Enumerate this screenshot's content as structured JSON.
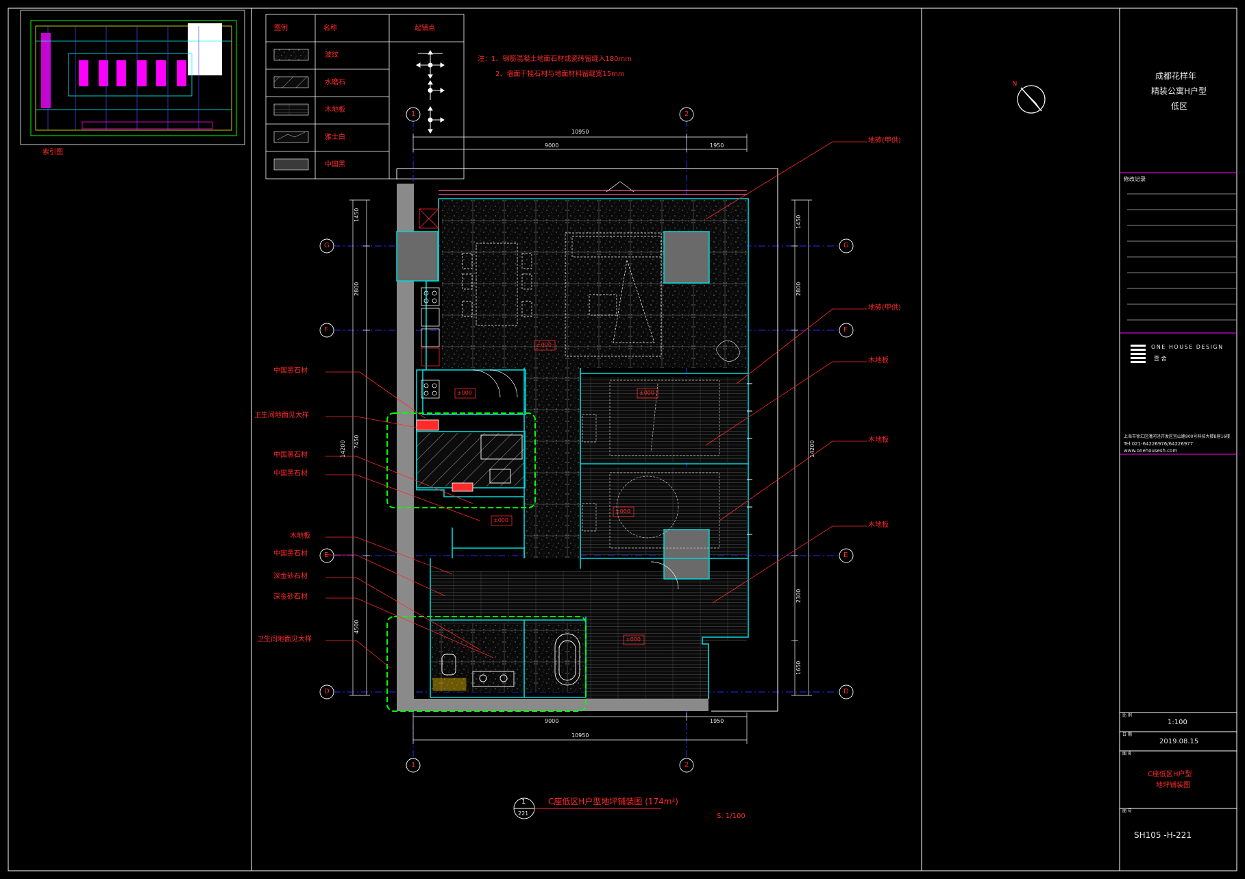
{
  "legend": {
    "headers": [
      "图例",
      "名称",
      "起铺点"
    ],
    "rows": [
      "波纹",
      "水磨石",
      "木地板",
      "雅士白",
      "中国黑"
    ]
  },
  "notes": {
    "line1": "注：1、钢筋混凝土地面石材或瓷砖留缝入180mm",
    "line2": "2、墙面干挂石材与地面材料留缝宽15mm"
  },
  "key_plan_label": "索引图",
  "dimensions": {
    "total_width": "10950",
    "left_span": "9000",
    "right_span": "1950",
    "left_1": "1450",
    "left_2": "2800",
    "left_3": "7450",
    "left_total": "14200",
    "left_4": "4500",
    "right_1": "1450",
    "right_2": "2800",
    "right_total": "14200",
    "right_3": "2300",
    "right_4": "1650"
  },
  "axes": {
    "col_1": "1",
    "col_2": "2",
    "row_g": "G",
    "row_f": "F",
    "row_e": "E",
    "row_d": "D"
  },
  "callouts_left": [
    "中国黑石材",
    "卫生间地面见大样",
    "中国黑石材",
    "中国黑石材",
    "木地板",
    "中国黑石材",
    "深金砂石材",
    "深金砂石材",
    "卫生间地面见大样"
  ],
  "callouts_right": [
    "地砖(甲供)",
    "地砖(甲供)",
    "木地板",
    "木地板",
    "木地板"
  ],
  "level_marks": [
    "±000",
    "±000",
    "±000",
    "±000",
    "±000",
    "±000"
  ],
  "drawing_title": "C座低区H户型地坪铺装图 (174m²)",
  "drawing_number_top": "1",
  "drawing_number_bottom": "221",
  "drawing_scale": "S: 1/100",
  "north": "N",
  "title_block": {
    "project_line1": "成都花样年",
    "project_line2": "精装公寓H户型",
    "project_line3": "低区",
    "revision_label": "修改记录",
    "company_name": "ONE HOUSE DESIGN",
    "company_cn": "壹 舍",
    "address": "上海市徐汇区漕河泾开发区宜山路900号科技大楼B座16楼",
    "tel": "Tel:021-64226976/64226977",
    "web": "www.onehousesh.com",
    "scale_label": "比 例",
    "scale_value": "1:100",
    "date_label": "日 期",
    "date_value": "2019.08.15",
    "name_label": "图 名",
    "name_line1": "C座低区H户型",
    "name_line2": "地坪铺装图",
    "number_label": "图 号",
    "number_value": "SH105 -H-221"
  },
  "colors": {
    "frame": "#ffffff",
    "accent_magenta": "#ff00ff",
    "annotation_red": "#ff2a2a",
    "wall_cyan": "#00d8d8",
    "grid_blue": "#2a2aff",
    "highlight_green": "#00ff00",
    "fill_gray": "#8a8a8a"
  }
}
